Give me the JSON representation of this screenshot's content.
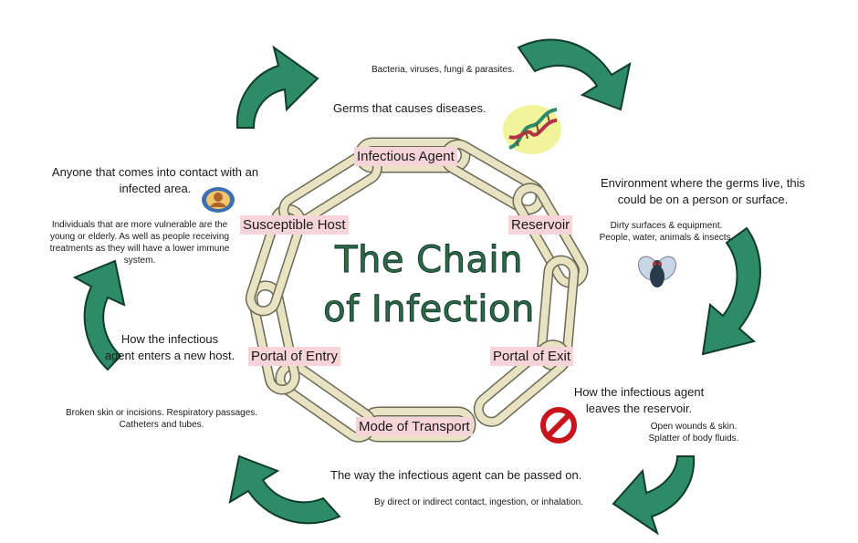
{
  "title": {
    "line1": "The Chain",
    "line2": "of Infection"
  },
  "links": {
    "infectious_agent": "Infectious Agent",
    "reservoir": "Reservoir",
    "portal_of_exit": "Portal of Exit",
    "mode_of_transport": "Mode of Transport",
    "portal_of_entry": "Portal of Entry",
    "susceptible_host": "Susceptible Host"
  },
  "infectious_agent": {
    "example": "Bacteria, viruses, fungi & parasites.",
    "description": "Germs that causes diseases."
  },
  "reservoir": {
    "description_line1": "Environment where the germs live, this",
    "description_line2": "could be on a person or surface.",
    "example_line1": "Dirty surfaces & equipment.",
    "example_line2": "People, water, animals & insects."
  },
  "portal_of_exit": {
    "description_line1": "How the infectious agent",
    "description_line2": "leaves the reservoir.",
    "example_line1": "Open wounds & skin.",
    "example_line2": "Splatter of body fluids."
  },
  "mode_of_transport": {
    "description": "The way the infectious agent can be passed on.",
    "example": "By direct or indirect contact, ingestion, or inhalation."
  },
  "portal_of_entry": {
    "description_line1": "How the infectious",
    "description_line2": "agent enters a new host.",
    "example_line1": "Broken skin or incisions. Respiratory passages.",
    "example_line2": "Catheters and tubes."
  },
  "susceptible_host": {
    "description_line1": "Anyone that comes into contact with an",
    "description_line2": "infected area.",
    "example_line1": "Individuals that are more vulnerable are the",
    "example_line2": "young or elderly. As well as people receiving",
    "example_line3": "treatments as they will have a lower immune",
    "example_line4": "system."
  },
  "colors": {
    "arrow": "#2e8b68",
    "arrow_dark": "#0f3d2c",
    "link": "#e8e3c2",
    "link_stroke": "#6b6a55",
    "label_bg": "#f6d4d8",
    "title": "#2c6a4a"
  },
  "icons": [
    "dna-icon",
    "fly-icon",
    "no-sign-icon",
    "person-icon",
    "cycle-arrow-icon"
  ]
}
